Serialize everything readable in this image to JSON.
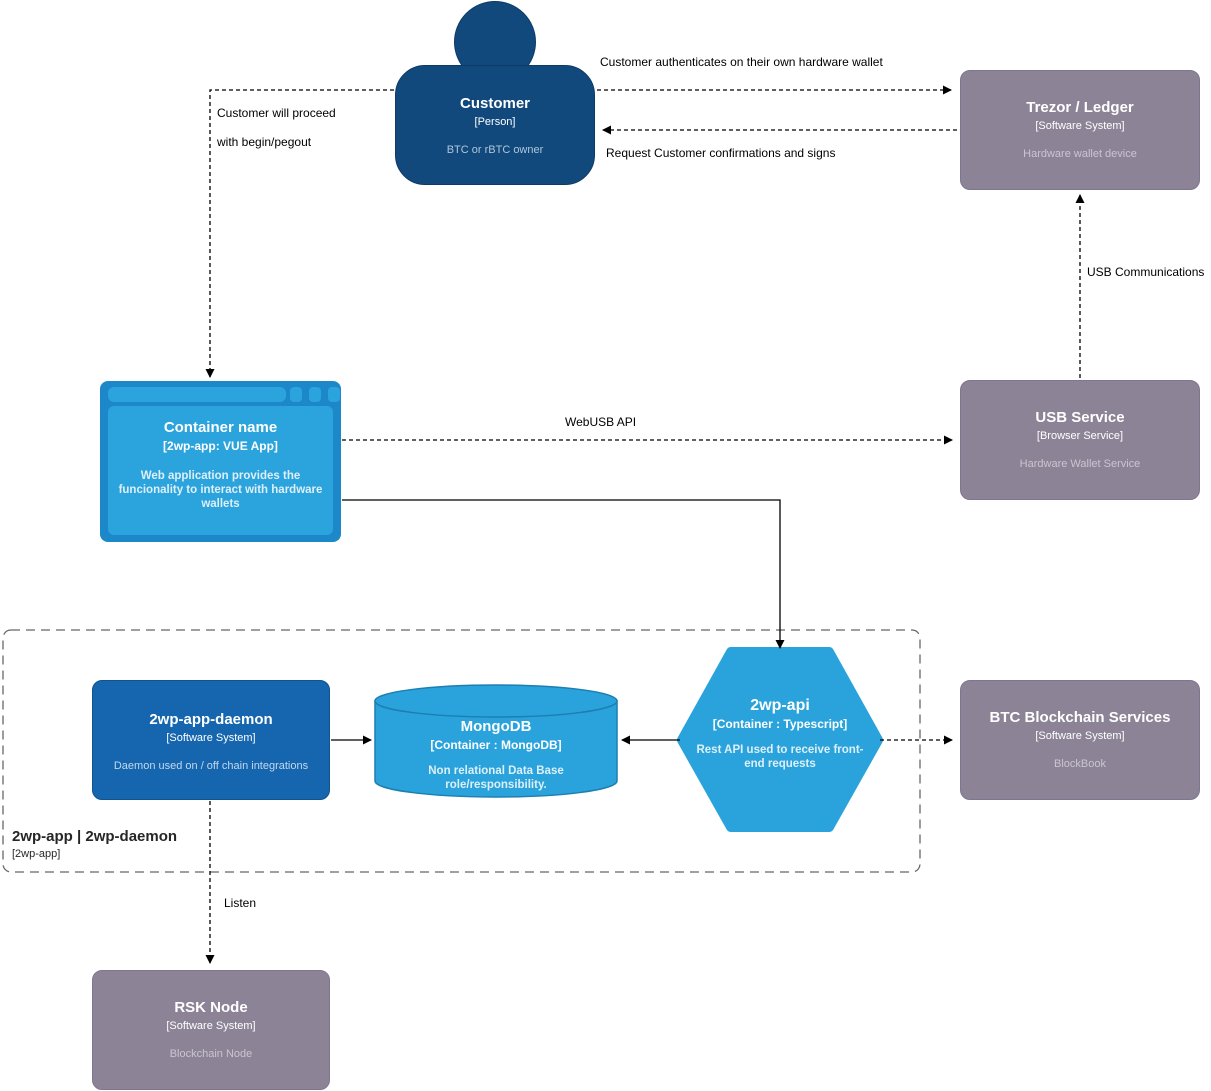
{
  "nodes": {
    "customer": {
      "title": "Customer",
      "type": "[Person]",
      "desc": "BTC or rBTC owner"
    },
    "trezor": {
      "title": "Trezor / Ledger",
      "type": "[Software System]",
      "desc": "Hardware wallet device"
    },
    "webapp": {
      "title": "Container name",
      "type": "[2wp-app: VUE App]",
      "desc": "Web application provides the funcionality to interact with hardware wallets"
    },
    "usb_service": {
      "title": "USB Service",
      "type": "[Browser Service]",
      "desc": "Hardware Wallet Service"
    },
    "daemon": {
      "title": "2wp-app-daemon",
      "type": "[Software System]",
      "desc": "Daemon used on / off chain integrations"
    },
    "mongodb": {
      "title": "MongoDB",
      "type": "[Container : MongoDB]",
      "desc": "Non relational Data Base role/responsibility."
    },
    "api": {
      "title": "2wp-api",
      "type": "[Container : Typescript]",
      "desc": "Rest API used to receive front-end requests"
    },
    "btc": {
      "title": "BTC Blockchain Services",
      "type": "[Software System]",
      "desc": "BlockBook"
    },
    "rsk": {
      "title": "RSK Node",
      "type": "[Software System]",
      "desc": "Blockchain Node"
    }
  },
  "boundary": {
    "title": "2wp-app | 2wp-daemon",
    "subtitle": "[2wp-app]"
  },
  "edges": {
    "auth": "Customer authenticates on their own hardware wallet",
    "request": "Request Customer confirmations and signs",
    "proceed_line1": "Customer will proceed",
    "proceed_line2": "with begin/pegout",
    "usb_comm": "USB Communications",
    "webusb": "WebUSB API",
    "listen": "Listen"
  },
  "colors": {
    "person_navy": "#12497D",
    "bright_blue": "#2AA3DC",
    "browser_frame_blue": "#1C87C9",
    "daemon_blue": "#1565AF",
    "system_gray": "#8C8496"
  }
}
